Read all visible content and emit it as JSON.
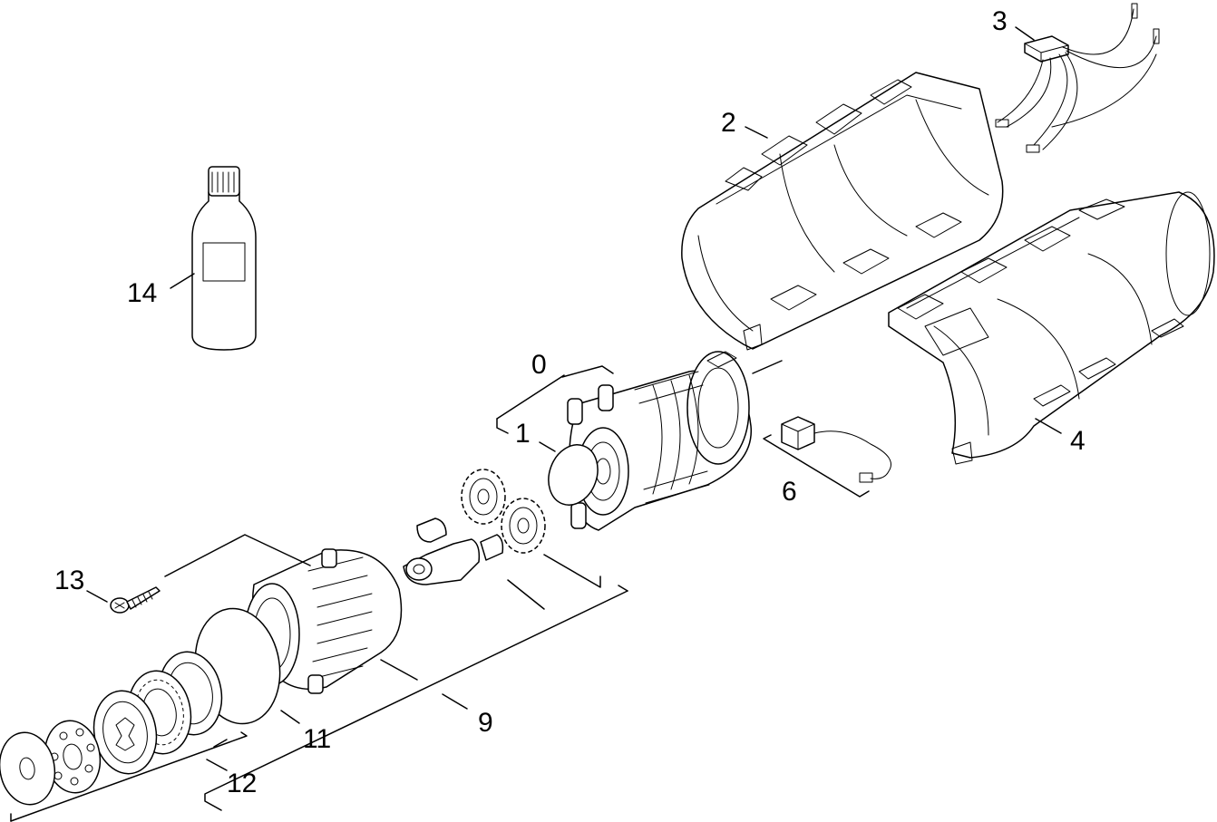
{
  "diagram": {
    "labels": {
      "part_0": "0",
      "part_1": "1",
      "part_2": "2",
      "part_3": "3",
      "part_4": "4",
      "part_6": "6",
      "part_9": "9",
      "part_11": "11",
      "part_12": "12",
      "part_13": "13",
      "part_14": "14"
    }
  },
  "colors": {
    "line": "#000000",
    "background": "#ffffff"
  }
}
